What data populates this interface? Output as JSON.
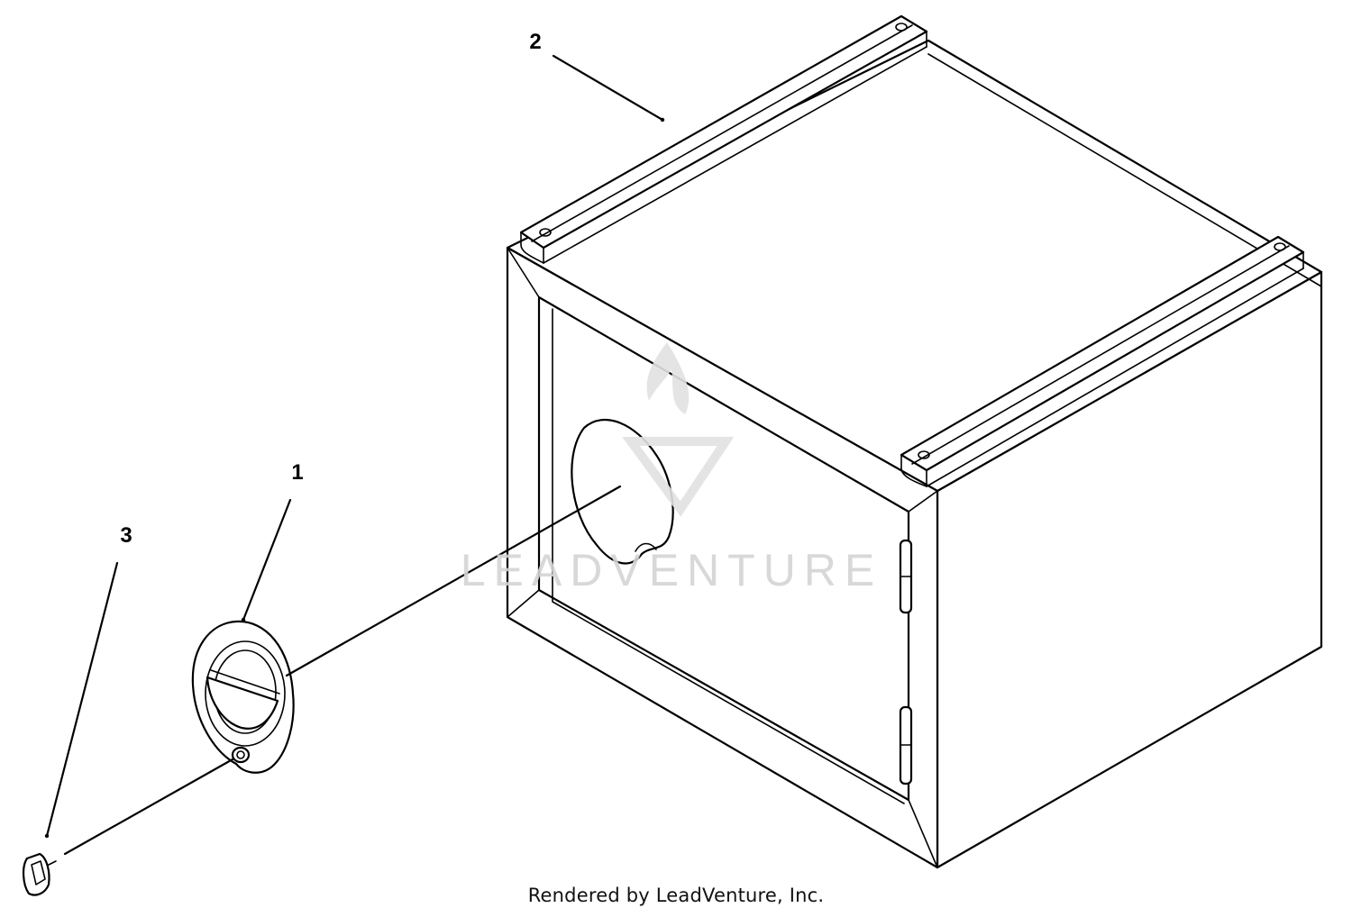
{
  "callouts": {
    "door_latch": {
      "number": "1"
    },
    "cabinet": {
      "number": "2"
    },
    "latch_key": {
      "number": "3"
    }
  },
  "watermark": {
    "text": "LEADVENTURE",
    "color": "#d4d4d4"
  },
  "footer": {
    "text": "Rendered by LeadVenture, Inc."
  },
  "colors": {
    "line": "#000000",
    "background": "#ffffff"
  }
}
